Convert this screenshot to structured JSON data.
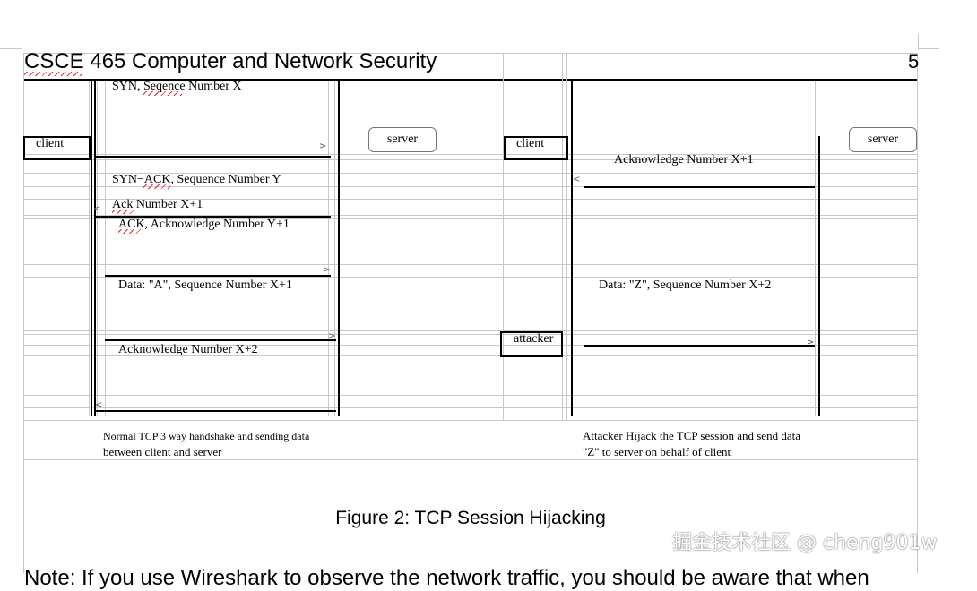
{
  "header": {
    "title": "CSCE 465 Computer and Network Security",
    "page_number": "5"
  },
  "left_diagram": {
    "client_label": "client",
    "server_label": "server",
    "messages": [
      "SYN, Seqence Number X",
      "SYN−ACK, Sequence Number Y",
      "Ack Number X+1",
      "ACK, Acknowledge Number Y+1",
      "Data: \"A\", Sequence Number X+1",
      "Acknowledge Number X+2"
    ],
    "caption_line1": "Normal TCP 3 way handshake and sending data",
    "caption_line2": "between client and server"
  },
  "right_diagram": {
    "client_label": "client",
    "server_label": "server",
    "attacker_label": "attacker",
    "messages": [
      "Acknowledge Number X+1",
      "Data: \"Z\", Sequence Number X+2"
    ],
    "caption_line1": "Attacker Hijack the TCP session and send data",
    "caption_line2": "\"Z\" to server on behalf of client"
  },
  "figure_caption": "Figure 2: TCP Session Hijacking",
  "bottom_text": "Note: If you use Wireshark to observe the network traffic, you should be aware that when",
  "watermark": "掘金技术社区 @ cheng901w"
}
